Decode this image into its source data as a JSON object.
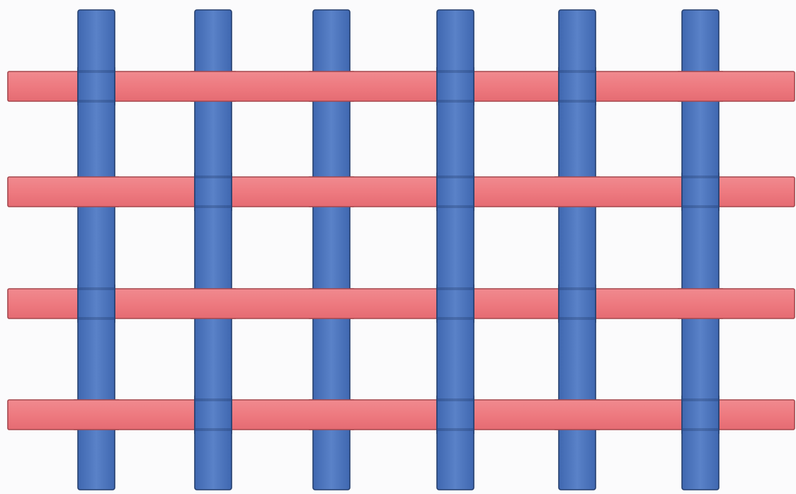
{
  "colors": {
    "background": "#fbfbfc",
    "warp_fill": "#4f78c0",
    "warp_stroke": "#26406f",
    "weft_fill": "#ee7a80",
    "weft_stroke": "#a4474d"
  },
  "weave": {
    "pattern": "plain-weave",
    "warp_count": 6,
    "weft_count": 4,
    "over_under": [
      [
        "warp",
        "weft",
        "weft",
        "warp",
        "warp",
        "weft"
      ],
      [
        "weft",
        "warp",
        "weft",
        "warp",
        "weft",
        "warp"
      ],
      [
        "warp",
        "weft",
        "weft",
        "warp",
        "warp",
        "weft"
      ],
      [
        "weft",
        "warp",
        "weft",
        "warp",
        "weft",
        "warp"
      ]
    ]
  }
}
